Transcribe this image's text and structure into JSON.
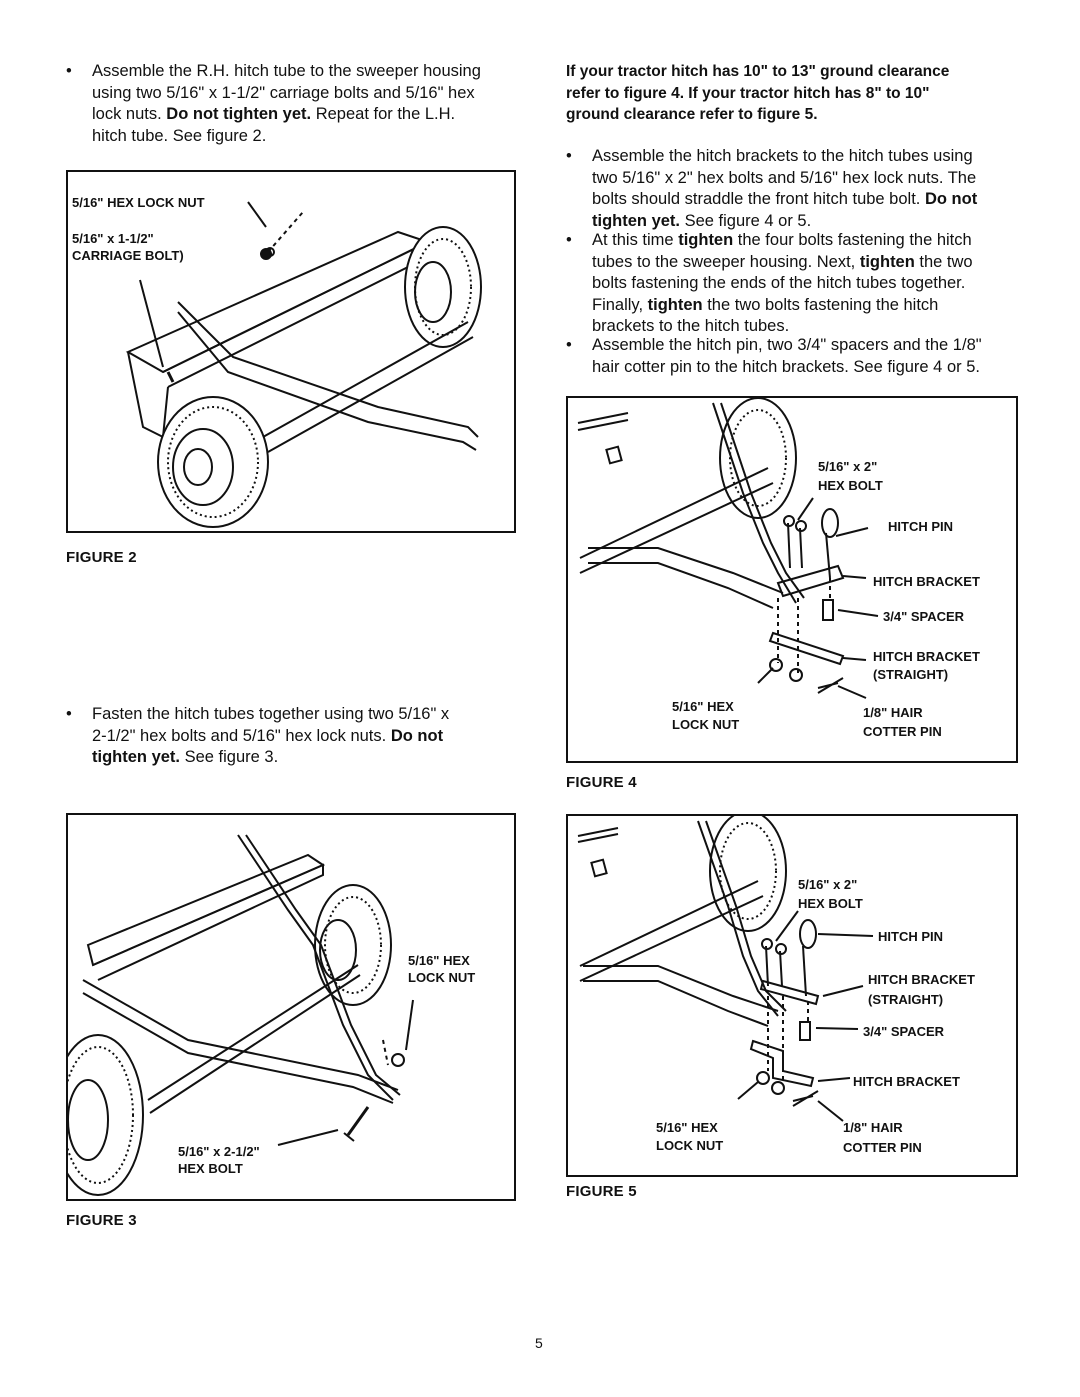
{
  "left_column": {
    "bullet1": {
      "l1": "Assemble the R.H. hitch tube to the sweeper housing",
      "l2": "using two 5/16\" x 1-1/2\" carriage bolts and 5/16\" hex",
      "l3a": "lock nuts. ",
      "l3b": "Do not tighten yet.",
      "l3c": " Repeat for the L.H.",
      "l4": "hitch tube. See figure 2."
    },
    "bullet2": {
      "l1": "Fasten the hitch tubes together using two 5/16\" x",
      "l2a": "2-1/2\" hex bolts and 5/16\" hex lock nuts. ",
      "l2b": "Do not",
      "l3a": "tighten yet.",
      "l3b": " See figure 3."
    }
  },
  "right_column": {
    "heading": {
      "l1": "If your tractor hitch has 10\" to 13\" ground clearance",
      "l2": "refer to figure 4. If your tractor hitch has 8\" to 10\"",
      "l3": "ground clearance refer to figure 5."
    },
    "bullet1": {
      "l1": "Assemble the hitch brackets to the hitch tubes using",
      "l2": "two 5/16\" x 2\" hex bolts and 5/16\" hex lock nuts. The",
      "l3a": "bolts should straddle the front hitch tube bolt. ",
      "l3b": "Do not",
      "l4a": "tighten yet.",
      "l4b": " See figure 4 or 5."
    },
    "bullet2": {
      "l1a": "At this time ",
      "l1b": "tighten",
      "l1c": " the four bolts fastening the hitch",
      "l2a": "tubes to the sweeper housing. Next, ",
      "l2b": "tighten",
      "l2c": " the two",
      "l3": "bolts fastening the ends of the hitch tubes together.",
      "l4a": "Finally, ",
      "l4b": "tighten",
      "l4c": " the two bolts fastening the hitch",
      "l5": "brackets to the hitch tubes."
    },
    "bullet3": {
      "l1": "Assemble the hitch pin, two 3/4\" spacers and the 1/8\"",
      "l2": "hair cotter pin to the hitch brackets. See figure 4 or 5."
    }
  },
  "bullet_char": "•",
  "figure2": {
    "caption": "FIGURE 2",
    "labels": {
      "hex_lock_nut": "5/16\" HEX LOCK NUT",
      "carriage_bolt_1": "5/16\" x 1-1/2\"",
      "carriage_bolt_2": "CARRIAGE BOLT)"
    }
  },
  "figure3": {
    "caption": "FIGURE 3",
    "labels": {
      "hex_1": "5/16\" HEX",
      "hex_2": "LOCK NUT",
      "bolt_1": "5/16\" x 2-1/2\"",
      "bolt_2": "HEX BOLT"
    }
  },
  "figure4": {
    "caption": "FIGURE 4",
    "labels": {
      "bolt_1": "5/16\" x 2\"",
      "bolt_2": "HEX BOLT",
      "hitch_pin": "HITCH PIN",
      "hitch_bracket": "HITCH BRACKET",
      "spacer": "3/4\" SPACER",
      "bracket_straight_1": "HITCH BRACKET",
      "bracket_straight_2": "(STRAIGHT)",
      "nut_1": "5/16\" HEX",
      "nut_2": "LOCK NUT",
      "cotter_1": "1/8\" HAIR",
      "cotter_2": "COTTER PIN"
    }
  },
  "figure5": {
    "caption": "FIGURE 5",
    "labels": {
      "bolt_1": "5/16\" x 2\"",
      "bolt_2": "HEX BOLT",
      "hitch_pin": "HITCH PIN",
      "bracket_straight_1": "HITCH BRACKET",
      "bracket_straight_2": "(STRAIGHT)",
      "spacer": "3/4\" SPACER",
      "hitch_bracket": "HITCH BRACKET",
      "nut_1": "5/16\" HEX",
      "nut_2": "LOCK NUT",
      "cotter_1": "1/8\" HAIR",
      "cotter_2": "COTTER PIN"
    }
  },
  "page_number": "5"
}
